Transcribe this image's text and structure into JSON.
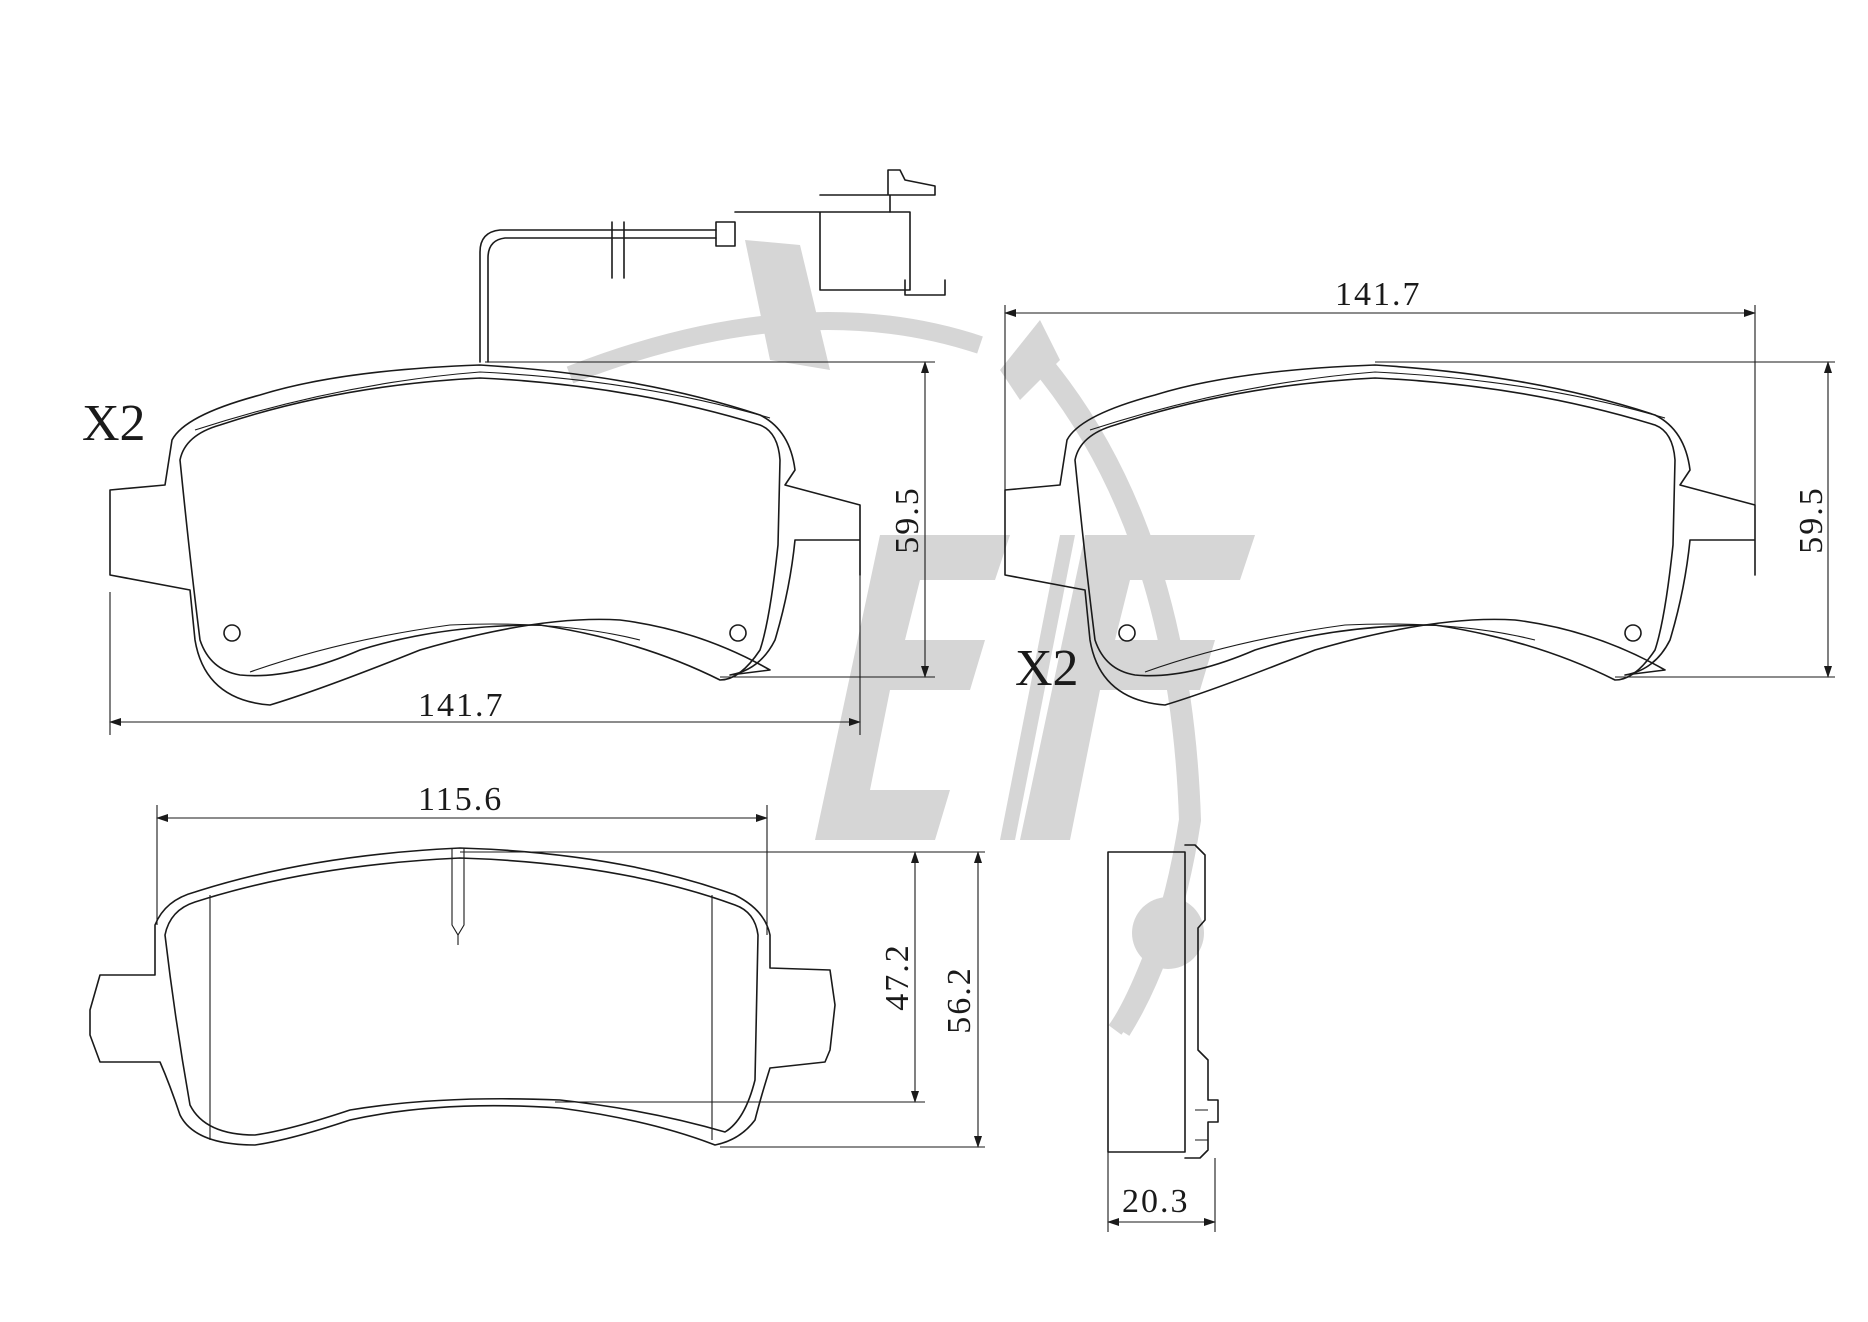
{
  "quantities": {
    "pad_left": "X2",
    "pad_right": "X2"
  },
  "dimensions": {
    "left_pad_width": "141.7",
    "left_pad_height": "59.5",
    "right_pad_width": "141.7",
    "right_pad_height": "59.5",
    "friction_width": "115.6",
    "friction_height": "47.2",
    "plate_height": "56.2",
    "thickness": "20.3"
  },
  "colors": {
    "line": "#1a1a1a",
    "watermark": "#d6d6d6"
  }
}
